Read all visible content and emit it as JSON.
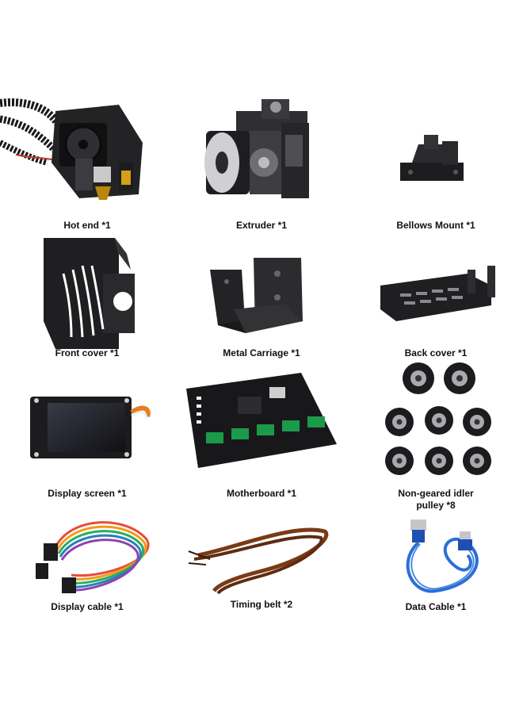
{
  "colors": {
    "metal": "#2b2b2e",
    "metal_dark": "#18181a",
    "metal_light": "#4a4a4f",
    "silver": "#b9b9bd",
    "board_green": "#1b9a4a",
    "cable_blue": "#2a6fd6",
    "belt": "#7a3a16"
  },
  "items": [
    {
      "label": "Hot end *1",
      "icon": "hotend-icon"
    },
    {
      "label": "Extruder *1",
      "icon": "extruder-icon"
    },
    {
      "label": "Bellows Mount *1",
      "icon": "bellows-mount-icon"
    },
    {
      "label": "Front cover *1",
      "icon": "front-cover-icon"
    },
    {
      "label": "Metal Carriage *1",
      "icon": "metal-carriage-icon"
    },
    {
      "label": "Back cover *1",
      "icon": "back-cover-icon"
    },
    {
      "label": "Display screen *1",
      "icon": "display-screen-icon"
    },
    {
      "label": "Motherboard *1",
      "icon": "motherboard-icon"
    },
    {
      "label_lines": [
        "Non-geared idler",
        "pulley *8"
      ],
      "icon": "idler-pulley-icon"
    },
    {
      "label": "Display cable *1",
      "icon": "display-cable-icon"
    },
    {
      "label": "Timing belt *2",
      "icon": "timing-belt-icon"
    },
    {
      "label": "Data Cable *1",
      "icon": "data-cable-icon"
    }
  ]
}
